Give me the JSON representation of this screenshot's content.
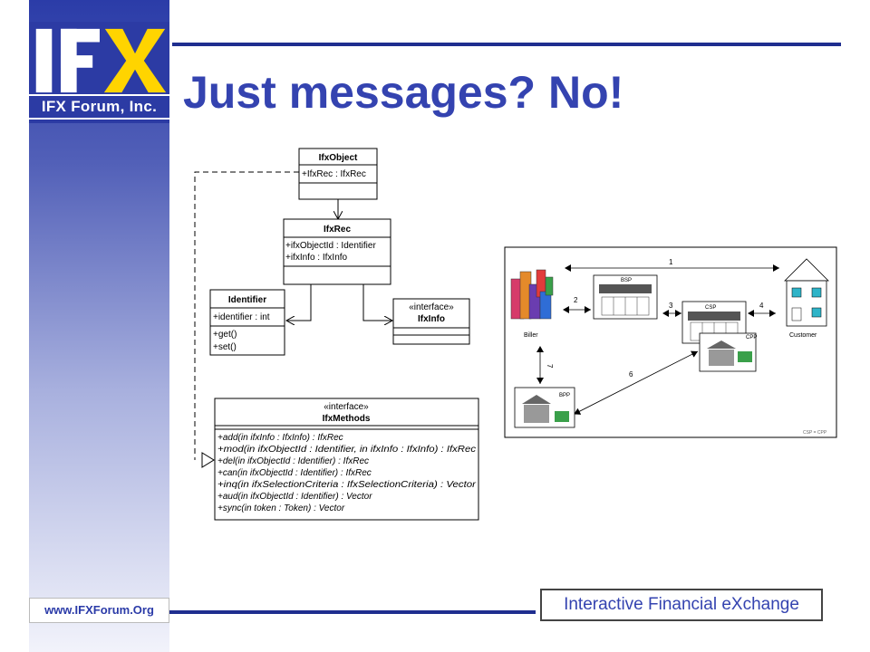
{
  "logo": {
    "letters": "IFX",
    "subtitle": "IFX Forum, Inc."
  },
  "slide": {
    "title": "Just messages? No!"
  },
  "footer": {
    "url": "www.IFXForum.Org",
    "tagline": "Interactive Financial eXchange"
  },
  "uml": {
    "ifxobject": {
      "name": "IfxObject",
      "attrs": [
        "+IfxRec : IfxRec"
      ]
    },
    "ifxrec": {
      "name": "IfxRec",
      "attrs": [
        "+ifxObjectId : Identifier",
        "+ifxInfo : IfxInfo"
      ]
    },
    "identifier": {
      "name": "Identifier",
      "attrs": [
        "+identifier : int"
      ],
      "ops": [
        "+get()",
        "+set()"
      ]
    },
    "ifxinfo": {
      "stereotype": "«interface»",
      "name": "IfxInfo"
    },
    "ifxmethods": {
      "stereotype": "«interface»",
      "name": "IfxMethods",
      "ops": [
        "+add(in ifxInfo : IfxInfo) : IfxRec",
        "+mod(in ifxObjectId : Identifier, in ifxInfo : IfxInfo) : IfxRec",
        "+del(in ifxObjectId : Identifier) : IfxRec",
        "+can(in ifxObjectId : Identifier) : IfxRec",
        "+inq(in ifxSelectionCriteria : IfxSelectionCriteria) : Vector",
        "+aud(in ifxObjectId : Identifier) : Vector",
        "+sync(in token : Token) : Vector"
      ]
    }
  },
  "network": {
    "biller": "Biller",
    "bsp": "BSP",
    "csp": "CSP",
    "cpp": "CPP",
    "bpp": "BPP",
    "customer": "Customer",
    "edge_1": "1",
    "edge_2": "2",
    "edge_3": "3",
    "edge_4": "4",
    "edge_6": "6",
    "edge_7": "7",
    "note": "CSP = CPP"
  }
}
